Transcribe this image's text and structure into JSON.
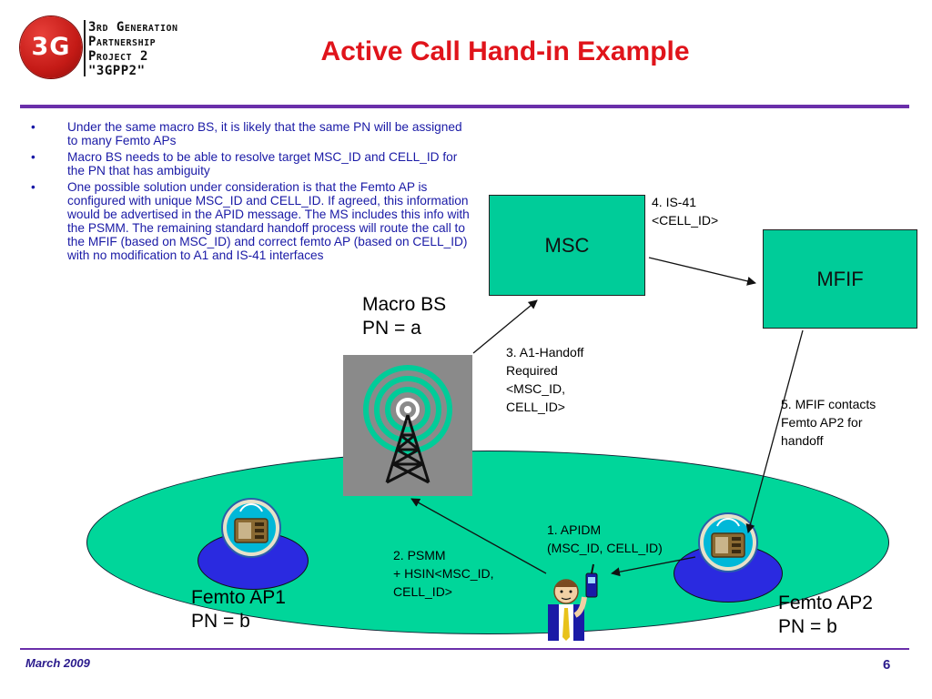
{
  "header": {
    "logo_mark": "3G",
    "logo_lines": [
      "3rd Generation",
      "Partnership",
      "Project 2",
      "\"3GPP2\""
    ],
    "title": "Active Call Hand-in Example"
  },
  "bullets": [
    "Under the same macro BS, it is likely that the same PN will be assigned to many Femto APs",
    "Macro BS needs to be able to resolve target MSC_ID and CELL_ID for the PN that has ambiguity",
    "One possible solution under consideration is that the Femto AP is configured with unique MSC_ID and CELL_ID. If agreed, this information would be advertised in the APID message. The MS includes this info with the PSMM. The remaining standard handoff process will route the call to the MFIF (based on MSC_ID) and correct femto AP (based on CELL_ID) with no modification to A1 and IS-41 interfaces"
  ],
  "bullet_symbol": "•",
  "diagram": {
    "msc": "MSC",
    "mfif": "MFIF",
    "macro_bs": [
      "Macro BS",
      "PN = a"
    ],
    "femto_ap1": [
      "Femto AP1",
      "PN = b"
    ],
    "femto_ap2": [
      "Femto AP2",
      "PN = b"
    ],
    "step1": [
      "1. APIDM",
      "(MSC_ID, CELL_ID)"
    ],
    "step2": [
      "2. PSMM",
      "+ HSIN<MSC_ID,",
      "CELL_ID>"
    ],
    "step3": [
      "3. A1-Handoff",
      "Required",
      "<MSC_ID,",
      "CELL_ID>"
    ],
    "step4": [
      "4. IS-41",
      "<CELL_ID>"
    ],
    "step5": [
      "5. MFIF contacts",
      "Femto AP2 for",
      "handoff"
    ]
  },
  "footer": {
    "date": "March 2009",
    "page": "6"
  },
  "colors": {
    "title": "#e0141b",
    "bullet_text": "#1a1aa6",
    "rule": "#6a2faa",
    "node_fill": "#00cc99",
    "cell_fill": "#00d69a",
    "femto_disc": "#2a2ae0"
  }
}
